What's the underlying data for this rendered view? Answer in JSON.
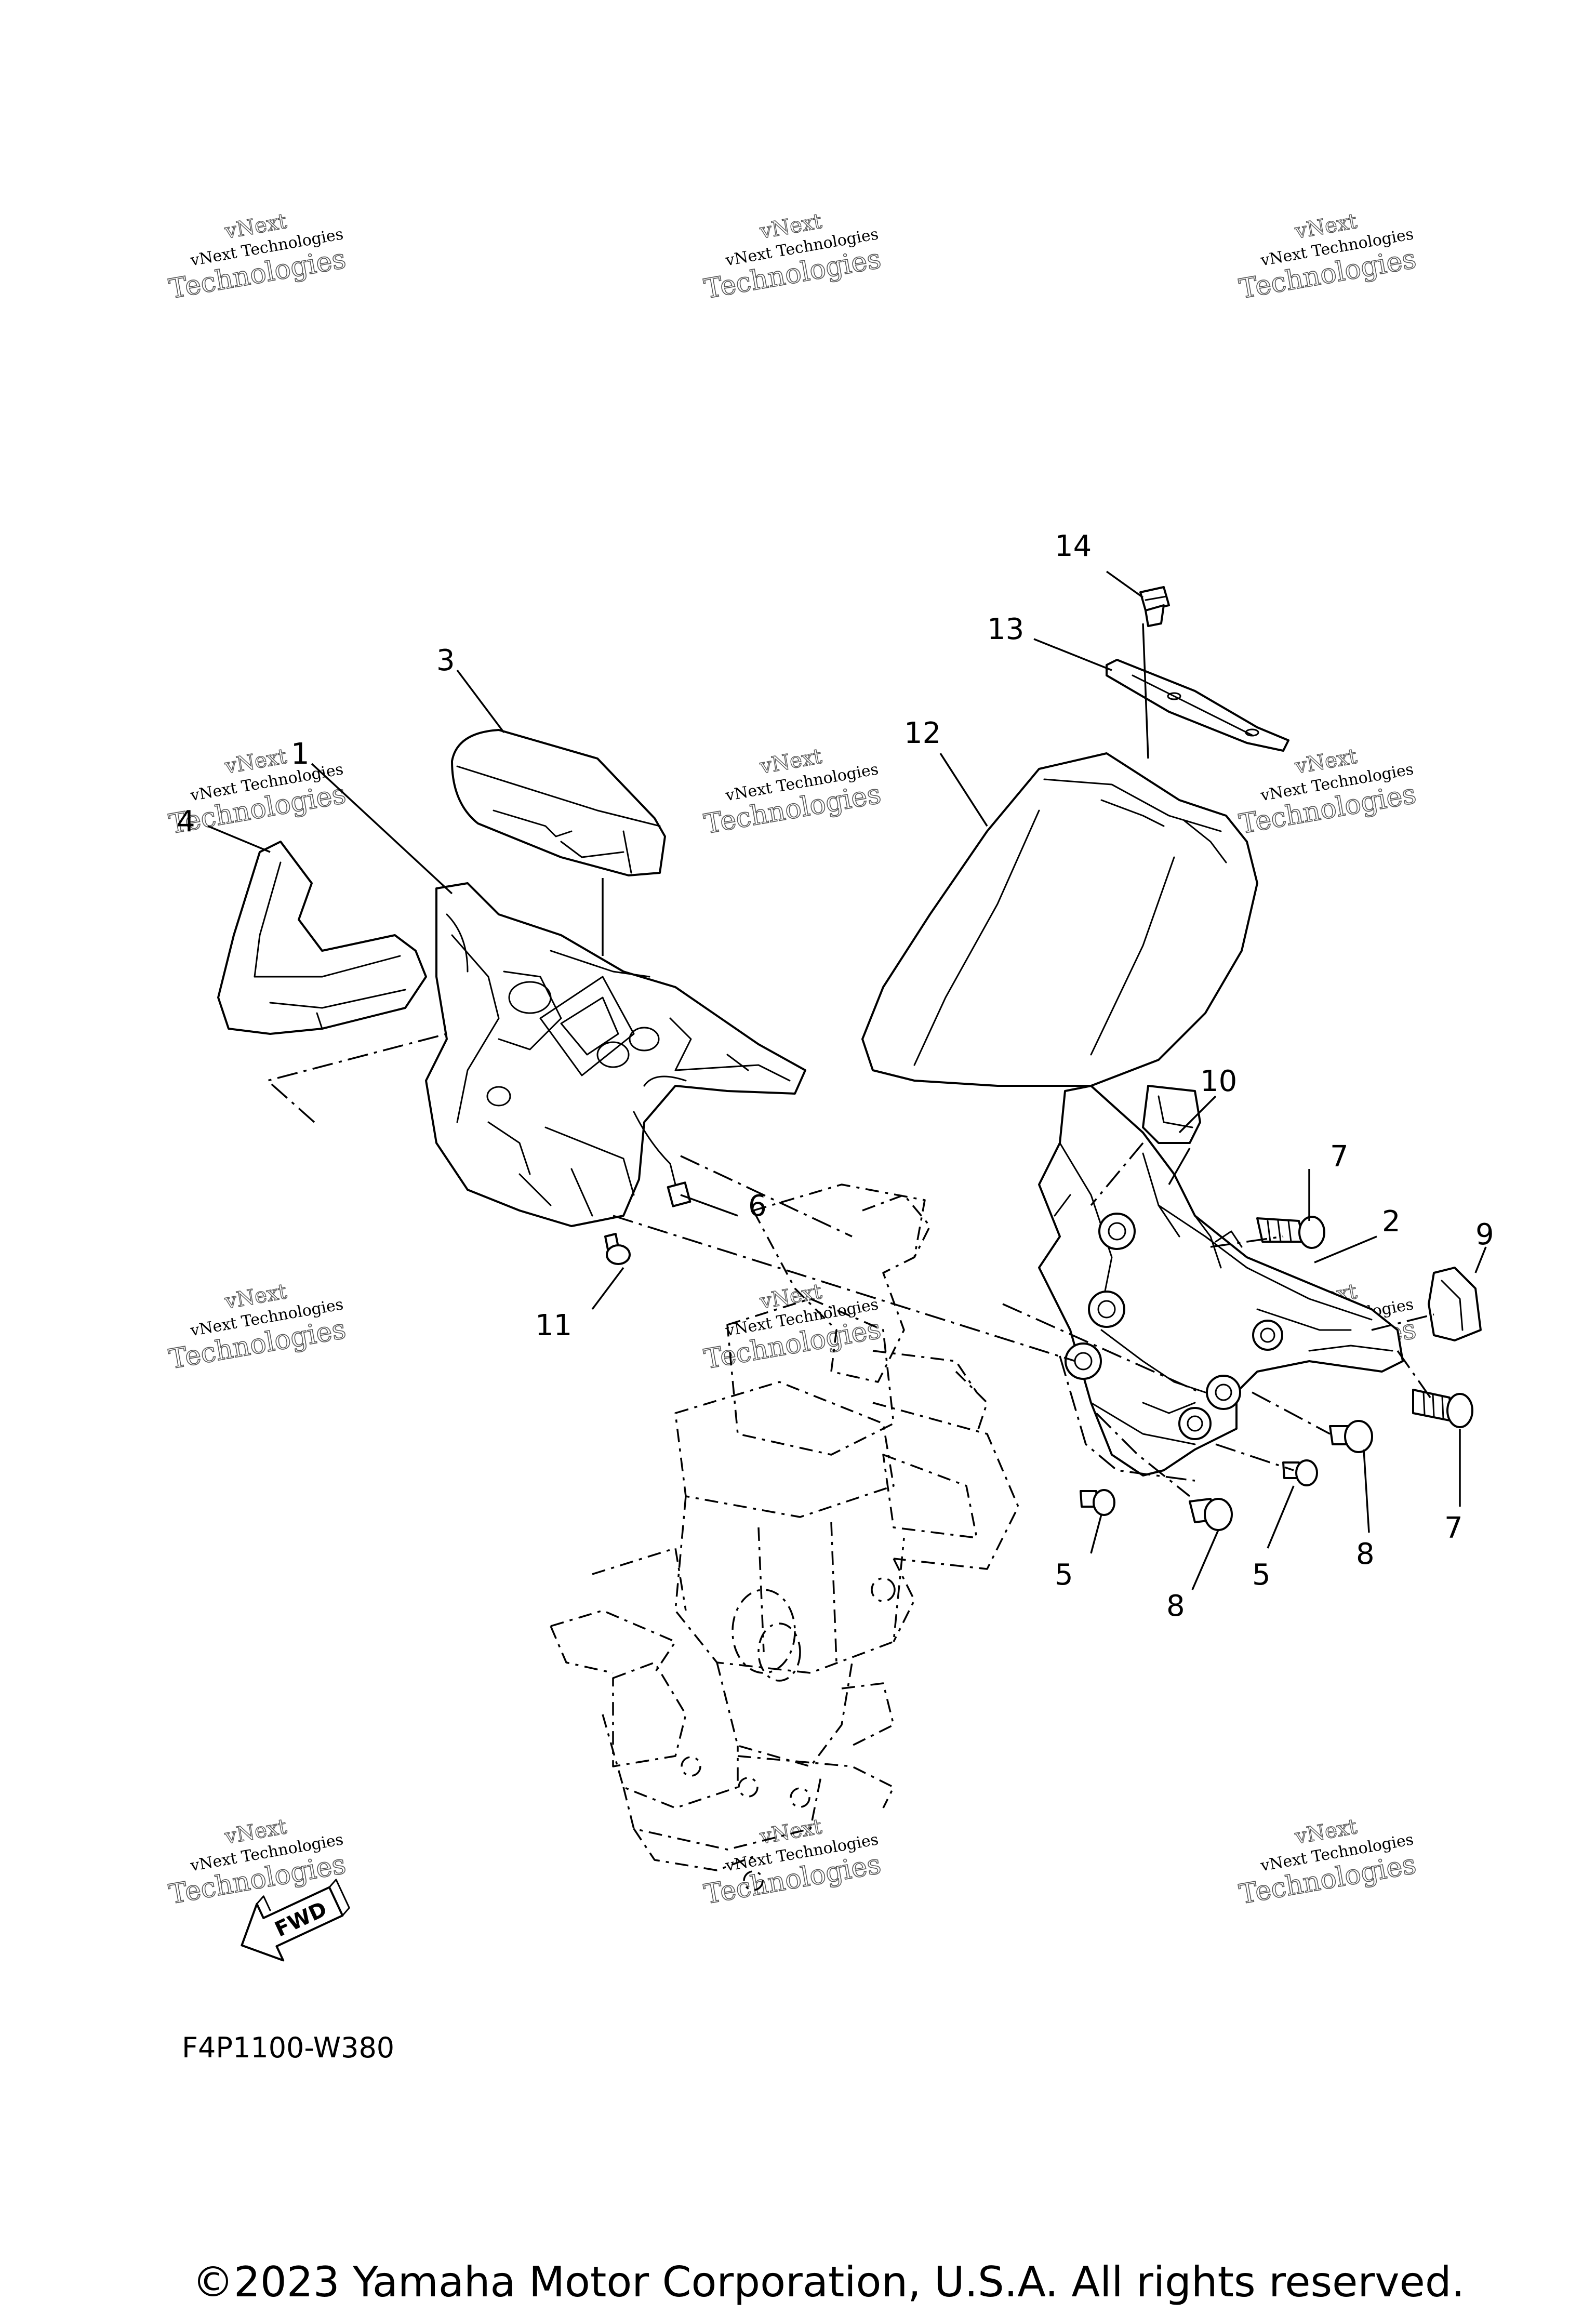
{
  "watermark": {
    "line1": "vNext",
    "line2": "vNext Technologies",
    "line3": "Technologies"
  },
  "callouts": {
    "p1": "1",
    "p2": "2",
    "p3": "3",
    "p4": "4",
    "p5a": "5",
    "p5b": "5",
    "p6": "6",
    "p7a": "7",
    "p7b": "7",
    "p8a": "8",
    "p8b": "8",
    "p9": "9",
    "p10": "10",
    "p11": "11",
    "p12": "12",
    "p13": "13",
    "p14": "14"
  },
  "fwd_label": "FWD",
  "diagram_code": "F4P1100-W380",
  "copyright": "©2023 Yamaha Motor Corporation, U.S.A. All rights reserved."
}
